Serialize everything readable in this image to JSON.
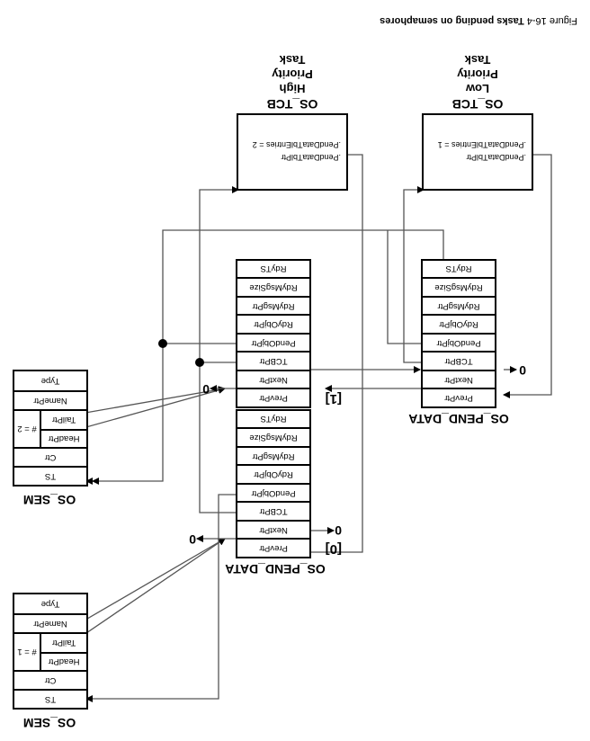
{
  "caption": {
    "figure_label": "Figure 16-4",
    "title": "Tasks pending on semaphores"
  },
  "os_sem_1": {
    "title": "OS_SEM",
    "fields": [
      "Type",
      "NamePtr",
      "TailPtr",
      "HeadPtr",
      "Ctr",
      "TS"
    ],
    "count_label": "# = 1"
  },
  "os_sem_2": {
    "title": "OS_SEM",
    "fields": [
      "Type",
      "NamePtr",
      "TailPtr",
      "HeadPtr",
      "Ctr",
      "TS"
    ],
    "count_label": "# = 2"
  },
  "pend_data_high": {
    "title": "OS_PEND_DATA",
    "entries": [
      {
        "index_label": "[0]",
        "fields": [
          "PrevPtr",
          "NextPtr",
          "TCBPtr",
          "PendObjPtr",
          "RdyObjPtr",
          "RdyMsgPtr",
          "RdyMsgSize",
          "RdyTS"
        ]
      },
      {
        "index_label": "[1]",
        "fields": [
          "PrevPtr",
          "NextPtr",
          "TCBPtr",
          "PendObjPtr",
          "RdyObjPtr",
          "RdyMsgPtr",
          "RdyMsgSize",
          "RdyTS"
        ]
      }
    ]
  },
  "pend_data_low": {
    "title": "OS_PEND_DATA",
    "fields": [
      "PrevPtr",
      "NextPtr",
      "TCBPtr",
      "PendObjPtr",
      "RdyObjPtr",
      "RdyMsgPtr",
      "RdyMsgSize",
      "RdyTS"
    ]
  },
  "tcb_high": {
    "title": "OS_TCB",
    "label_lines": [
      "High",
      "Priority",
      "Task"
    ],
    "field_tbl_ptr": ".PendDataTblPtr",
    "field_entries": ".PendDataTblEntries = 2"
  },
  "tcb_low": {
    "title": "OS_TCB",
    "label_lines": [
      "Low",
      "Priority",
      "Task"
    ],
    "field_tbl_ptr": ".PendDataTblPtr",
    "field_entries": ".PendDataTblEntries = 1"
  },
  "null_labels": {
    "high0_prev": "0",
    "high0_next": "0",
    "high1_prev": "0",
    "low_next": "0"
  }
}
